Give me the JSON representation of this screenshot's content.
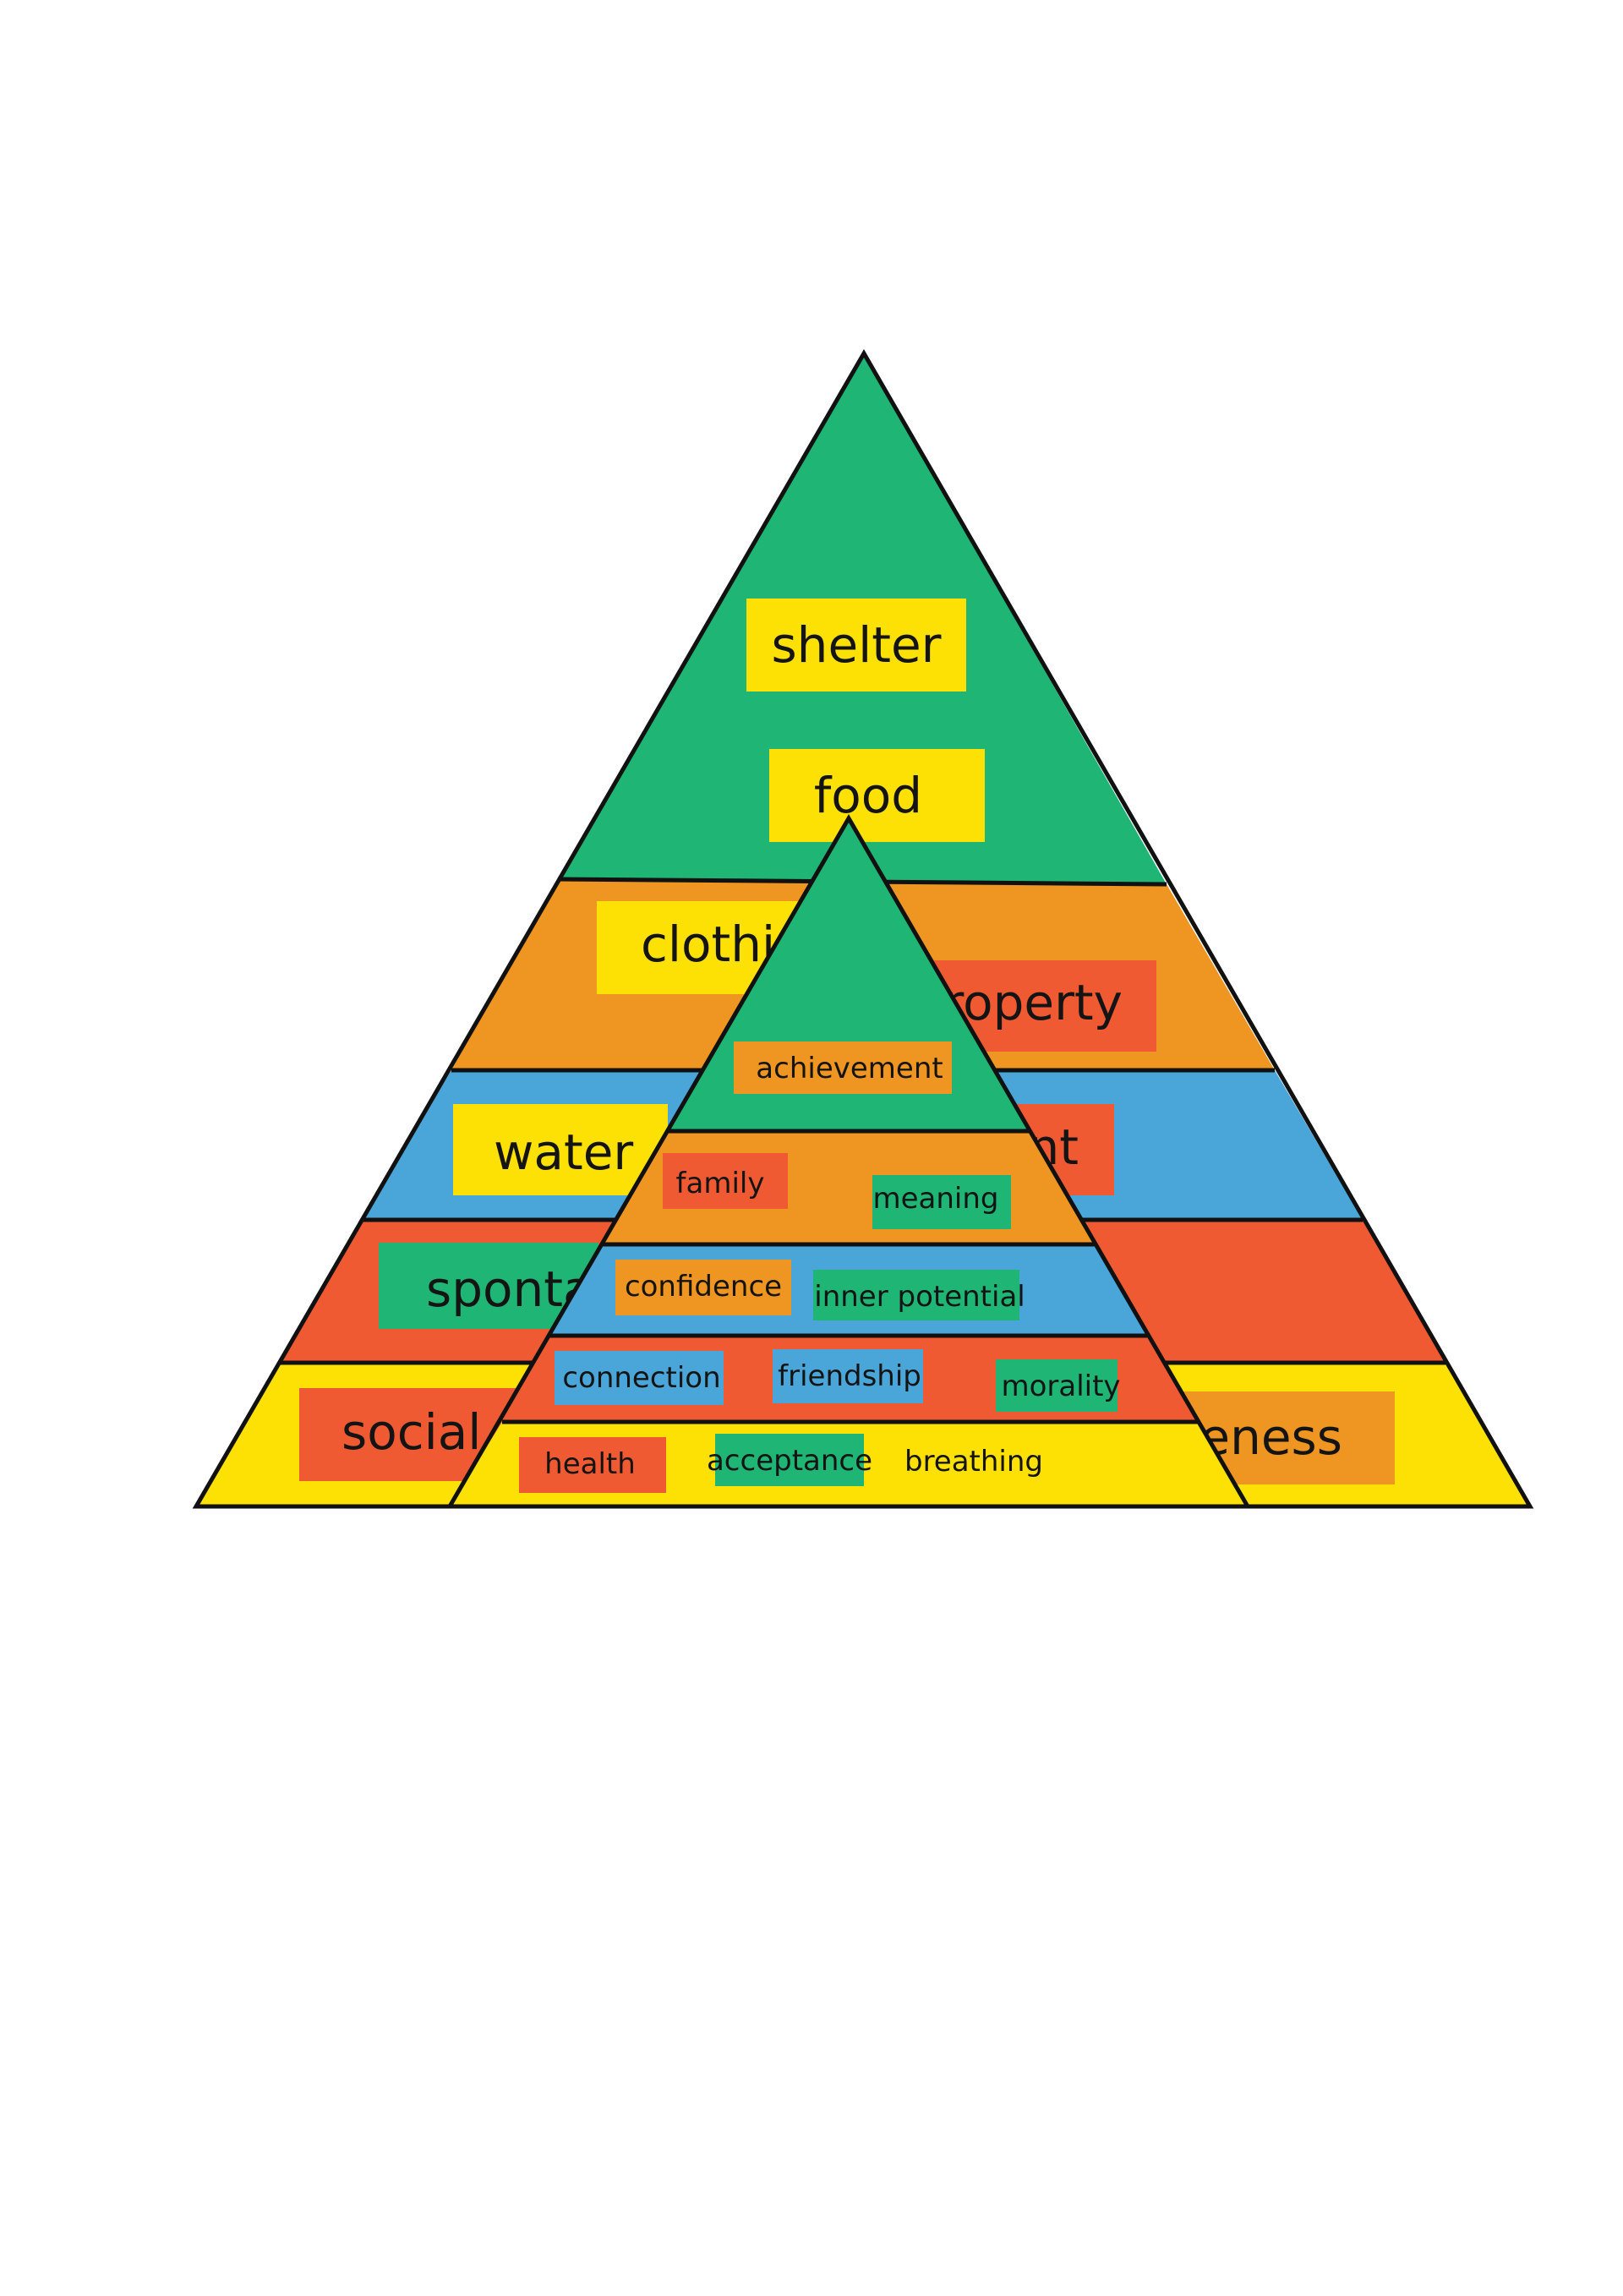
{
  "colors": {
    "green": "#1fb574",
    "orange": "#ee9522",
    "blue": "#4aa6d9",
    "red": "#f05a32",
    "yellow": "#fde004",
    "outline": "#111111",
    "background": "#ffffff"
  },
  "large_pyramid": {
    "labels": {
      "shelter": "shelter",
      "food": "food",
      "clothing": "clothi",
      "property": "roperty",
      "water": "water",
      "ent": "nt",
      "spontaneity": "sponta",
      "social": "social s",
      "uniqueness": "ueness"
    }
  },
  "small_pyramid": {
    "labels": {
      "achievement": "achievement",
      "family": "family",
      "meaning": "meaning",
      "confidence": "confidence",
      "inner_potential": "inner potential",
      "connection": "connection",
      "friendship": "friendship",
      "morality": "morality",
      "health": "health",
      "acceptance": "acceptance",
      "breathing": "breathing"
    }
  }
}
